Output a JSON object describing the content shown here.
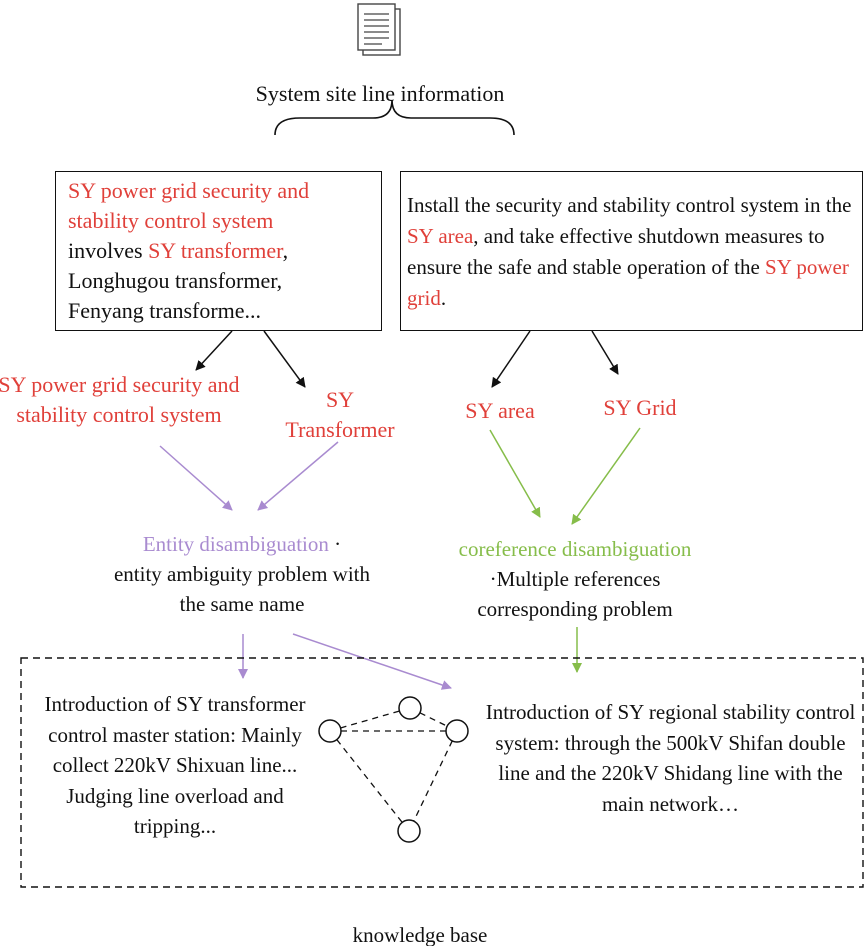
{
  "header": {
    "title": "System site line information"
  },
  "left_box": {
    "red_1": "SY power grid security and stability control system",
    "text_1": "involves",
    "red_2": "SY transformer",
    "text_2": ",",
    "text_3": "Longhugou transformer,",
    "text_4": "Fenyang transforme..."
  },
  "right_box": {
    "text_1": "Install the security and stability control system in the",
    "red_1": "SY area",
    "text_2": ", and take effective shutdown measures to ensure the safe and stable operation of the",
    "red_2": "SY power grid",
    "text_3": "."
  },
  "entities": {
    "system": "SY power grid security and stability control system",
    "transformer": "SY Transformer",
    "area": "SY area",
    "grid": "SY Grid"
  },
  "left_process": {
    "title": "Entity disambiguation",
    "dot": " ·",
    "desc": "entity ambiguity problem with the same name"
  },
  "right_process": {
    "title": "coreference disambiguation",
    "desc": "·Multiple references corresponding problem"
  },
  "kb": {
    "left_text": "Introduction of SY transformer control master station: Mainly collect 220kV Shixuan line... Judging line overload and tripping...",
    "right_text": "Introduction of SY regional stability control system: through the 500kV Shifan double line and the 220kV Shidang line with the main network…",
    "label": "knowledge base"
  },
  "colors": {
    "red": "#e0403a",
    "purple": "#a98bd0",
    "green": "#86bd4a",
    "black": "#111111"
  },
  "icons": {
    "document": "document-stack-icon"
  }
}
